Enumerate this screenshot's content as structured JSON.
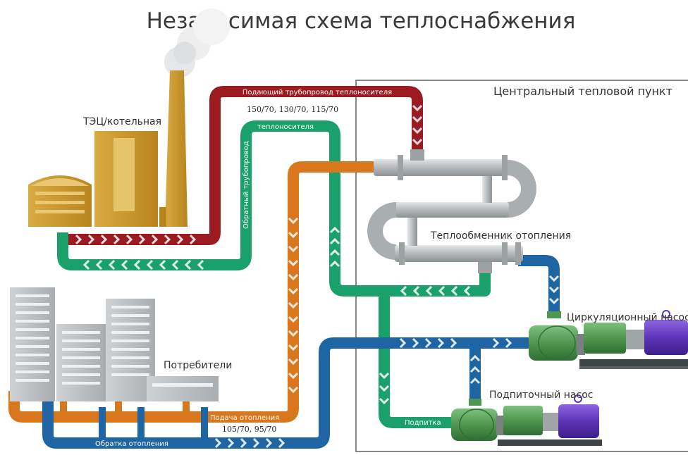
{
  "title": "Независимая схема теплоснабжения",
  "labels": {
    "plant": "ТЭЦ/котельная",
    "substation": "Центральный тепловой пункт",
    "heat_exchanger": "Теплообменник отопления",
    "circulation_pump": "Циркуляционный насос",
    "makeup_pump": "Подпиточный насос",
    "consumers": "Потребители"
  },
  "pipes": {
    "supply_main": "Подающий трубопровод теплоносителя",
    "return_main_a": "Обратный трубопровод",
    "return_main_b": "теплоносителя",
    "heating_supply": "Подача отопления",
    "heating_return": "Обратка отопления",
    "makeup": "Подпитка"
  },
  "temperatures": {
    "primary": "150/70, 130/70, 115/70",
    "secondary": "105/70, 95/70"
  },
  "colors": {
    "red": "#9b1b20",
    "green": "#1aa06a",
    "orange": "#d9771c",
    "blue": "#1f64a3",
    "grey": "#b4b8bb",
    "pump_green": "#58a05a",
    "motor_purple": "#6a3fc0",
    "plant_gold": "#cc9c2e"
  }
}
